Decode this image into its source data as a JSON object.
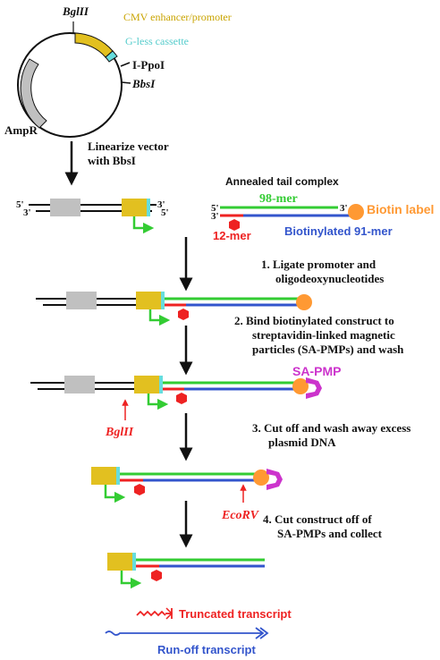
{
  "plasmid": {
    "bglII": "BglII",
    "cmv": "CMV enhancer/promoter",
    "gless": "G-less cassette",
    "ippoi": "I-PpoI",
    "bbsi": "BbsI",
    "ampr": "AmpR"
  },
  "steps": {
    "linearize_1": "Linearize vector",
    "linearize_2": "with BbsI",
    "s1_a": "1. Ligate promoter and",
    "s1_b": "oligodeoxynucleotides",
    "s2_a": "2. Bind biotinylated construct to",
    "s2_b": "streptavidin-linked magnetic",
    "s2_c": "particles (SA-PMPs) and wash",
    "s3_a": "3. Cut off and wash away excess",
    "s3_b": "plasmid DNA",
    "s4_a": "4. Cut construct off of",
    "s4_b": "SA-PMPs and collect"
  },
  "tail": {
    "title": "Annealed tail complex",
    "mer98": "98-mer",
    "biotin": "Biotin label",
    "mer12": "12-mer",
    "mer91": "Biotinylated 91-mer",
    "five_prime": "5'",
    "three_prime": "3'"
  },
  "labels": {
    "sapmp": "SA-PMP",
    "bglII": "BglII",
    "ecorv": "EcoRV"
  },
  "transcripts": {
    "truncated": "Truncated transcript",
    "runoff": "Run-off transcript"
  },
  "colors": {
    "promoter": "#e2c020",
    "gless": "#66dddd",
    "gray": "#c0c0c0",
    "green": "#33cc33",
    "blue": "#3355cc",
    "red": "#ee2222",
    "orange": "#ff9933",
    "magenta": "#cc33cc"
  }
}
